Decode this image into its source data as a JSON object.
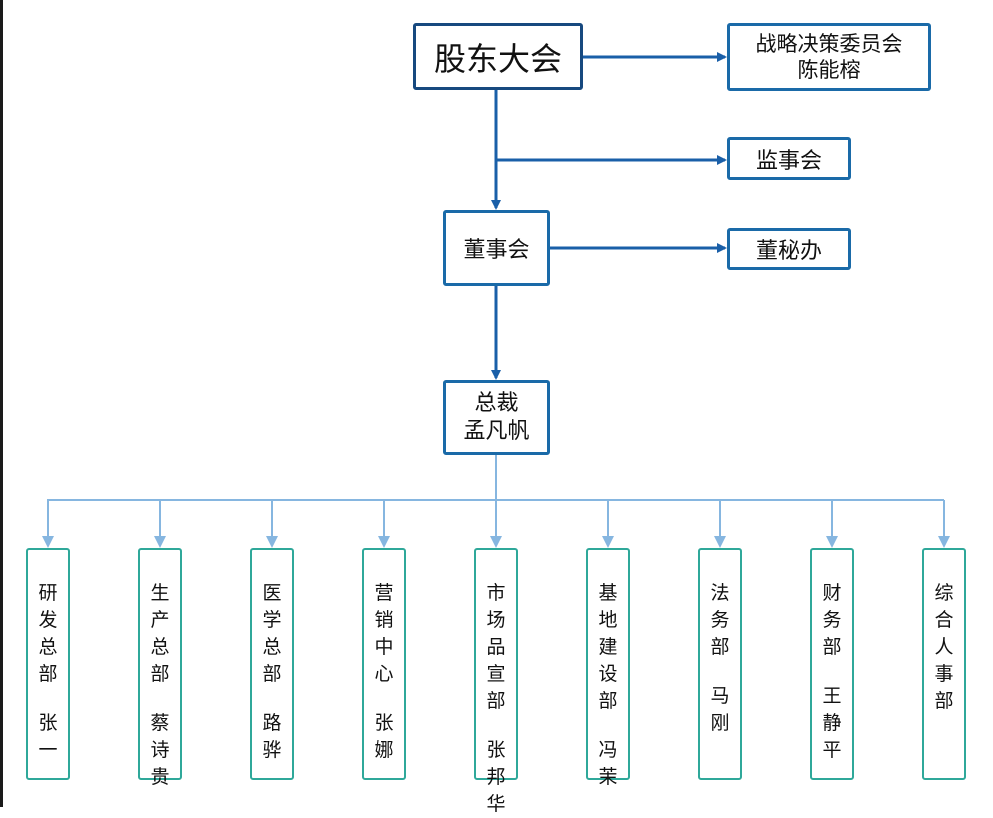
{
  "colors": {
    "top_border": "#17497f",
    "mid_border": "#1a6aa8",
    "dept_border": "#2fa89a",
    "main_line": "#1a5fa8",
    "branch_line": "#86b6e0"
  },
  "top": {
    "title": "股东大会"
  },
  "strategy": {
    "title": "战略决策委员会",
    "person": "陈能榕"
  },
  "supervisory": {
    "title": "监事会"
  },
  "board": {
    "title": "董事会"
  },
  "secretariat": {
    "title": "董秘办"
  },
  "president": {
    "title": "总裁",
    "person": "孟凡帆"
  },
  "departments": [
    {
      "name": "研发总部",
      "person": "张一"
    },
    {
      "name": "生产总部",
      "person": "蔡诗贵"
    },
    {
      "name": "医学总部",
      "person": "路骅"
    },
    {
      "name": "营销中心",
      "person": "张娜"
    },
    {
      "name": "市场品宣部",
      "person": "张邦华"
    },
    {
      "name": "基地建设部",
      "person": "冯茉"
    },
    {
      "name": "法务部",
      "person": "马刚"
    },
    {
      "name": "财务部",
      "person": "王静平"
    },
    {
      "name": "综合人事部",
      "person": ""
    }
  ]
}
